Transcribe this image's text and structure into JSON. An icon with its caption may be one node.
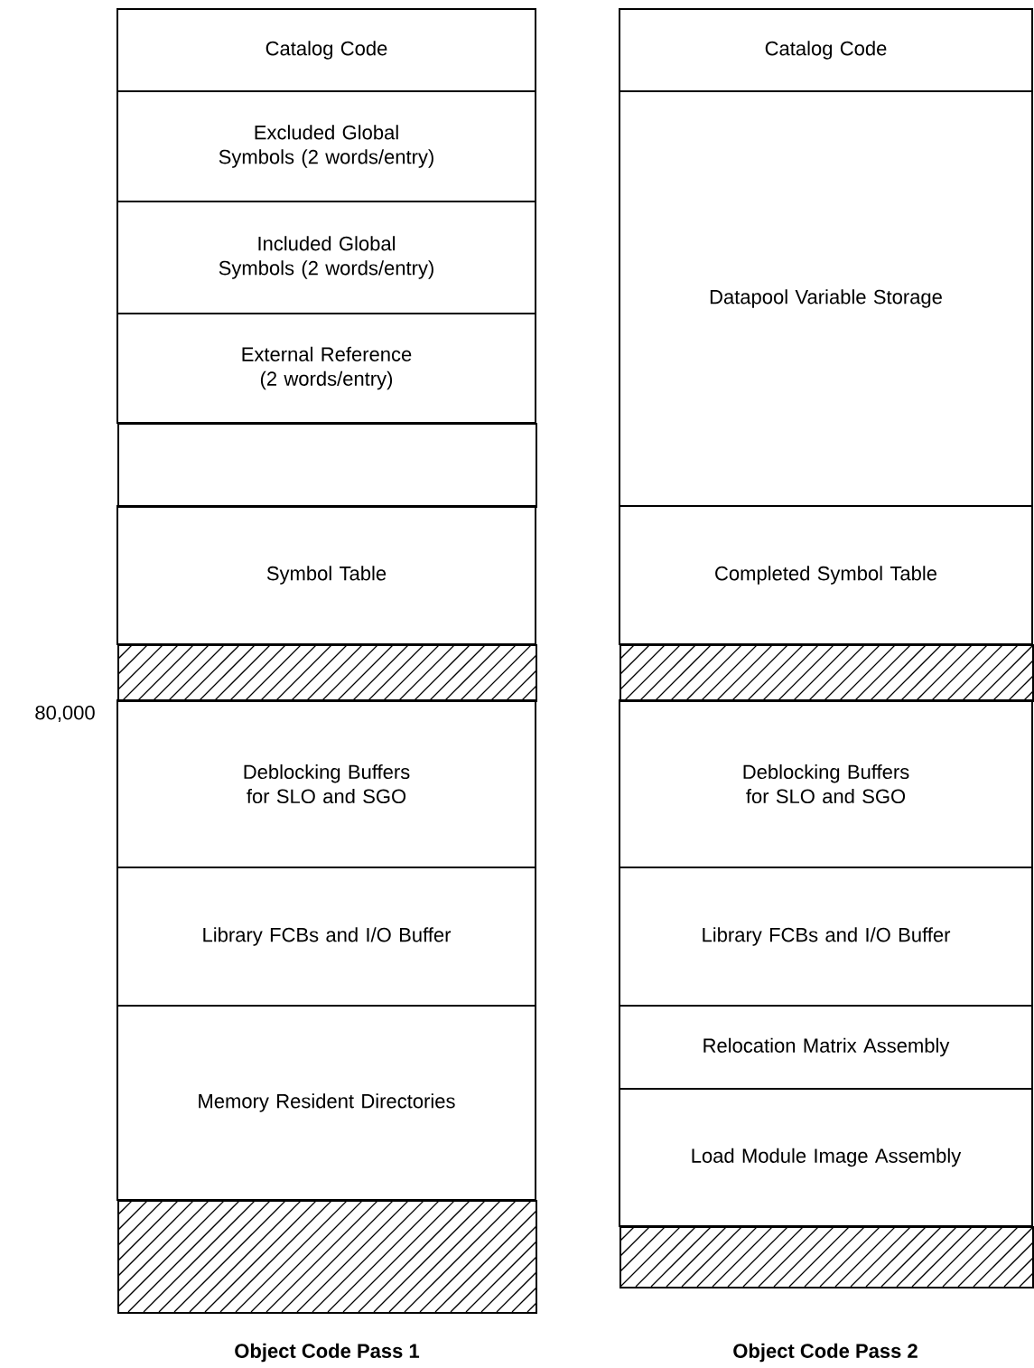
{
  "diagram": {
    "nodes": [
      {
        "text": [
          "Catalog Code"
        ]
      },
      {
        "text": [
          "Excluded Global Symbols (2 words/entry)"
        ]
      },
      {
        "text": [
          "Included Global Symbols (2 words/entry)"
        ]
      },
      {
        "text": [
          "External Reference (2 words/entry)"
        ]
      },
      {
        "text": [],
        "shape": "box"
      },
      {
        "text": [
          "Symbol Table"
        ]
      },
      {
        "text": [],
        "shape": "hatched"
      },
      {
        "text": [
          "Deblocking Buffers for SLO and SGO"
        ]
      },
      {
        "text": [
          "Library FCBs and I/O Buffer"
        ]
      },
      {
        "text": [
          "Memory Resident Directories"
        ]
      },
      {
        "text": [],
        "shape": "hatched"
      },
      {
        "text": [
          "Catalog Code"
        ]
      },
      {
        "text": [
          "Datapool Variable Storage"
        ]
      },
      {
        "text": [
          "Completed Symbol Table"
        ]
      },
      {
        "text": [],
        "shape": "hatched"
      },
      {
        "text": [
          "Deblocking Buffers for SLO and SGO"
        ]
      },
      {
        "text": [
          "Library FCBs and I/O Buffer"
        ]
      },
      {
        "text": [
          "Relocation Matrix Assembly"
        ]
      },
      {
        "text": [
          "Load Module Image Assembly"
        ]
      },
      {
        "text": [],
        "shape": "hatched"
      }
    ],
    "labels": [
      "80,000",
      "Object Code Pass 1",
      "Object Code Pass 2"
    ]
  }
}
